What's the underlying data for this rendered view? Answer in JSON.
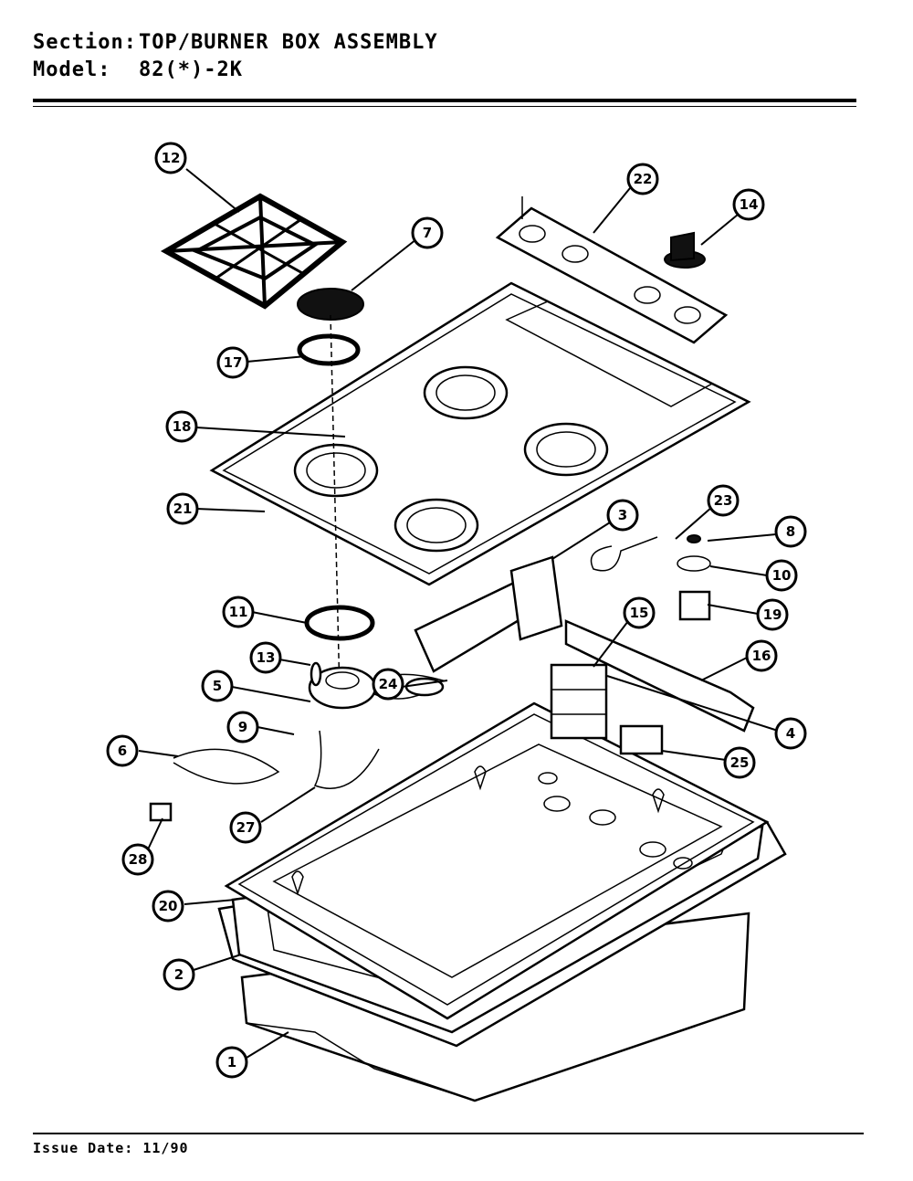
{
  "header": {
    "section_label": "Section:",
    "section_value": "TOP/BURNER BOX ASSEMBLY",
    "model_label": "Model:",
    "model_value": "82(*)-2K"
  },
  "footer": {
    "issue_label": "Issue Date:",
    "issue_value": "11/90"
  },
  "callouts": [
    "12",
    "7",
    "17",
    "18",
    "21",
    "22",
    "14",
    "23",
    "8",
    "10",
    "19",
    "3",
    "15",
    "16",
    "4",
    "25",
    "11",
    "13",
    "5",
    "24",
    "9",
    "6",
    "27",
    "28",
    "20",
    "2",
    "1"
  ]
}
